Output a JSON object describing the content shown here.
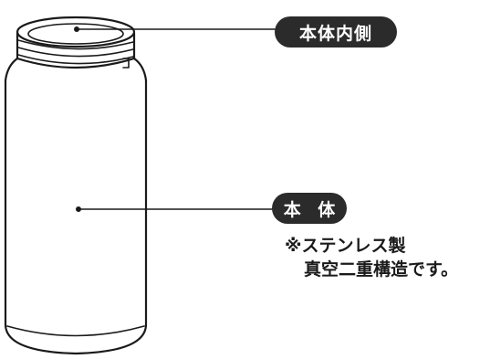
{
  "labels": {
    "interior": "本体内側",
    "body": "本 体"
  },
  "note": {
    "line1": "※ステンレス製",
    "line2": "真空二重構造です。"
  },
  "colors": {
    "pill_background": "#2b2b2b",
    "pill_text": "#ffffff",
    "outline": "#1a1a1a"
  }
}
